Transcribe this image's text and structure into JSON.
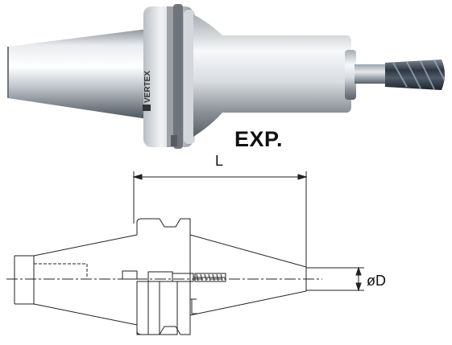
{
  "photo": {
    "brand_mark": "VERTEX",
    "exp_label": "EXP."
  },
  "drawing": {
    "dimension_length": "L",
    "dimension_diameter": "øD"
  },
  "colors": {
    "steel_light": "#f4f5f7",
    "steel_mid": "#b9bec4",
    "steel_dark": "#6d737a",
    "cutter_dark": "#2e3640",
    "line": "#222222"
  },
  "icons": [
    "tool-holder-photo",
    "end-mill-icon",
    "technical-drawing"
  ]
}
